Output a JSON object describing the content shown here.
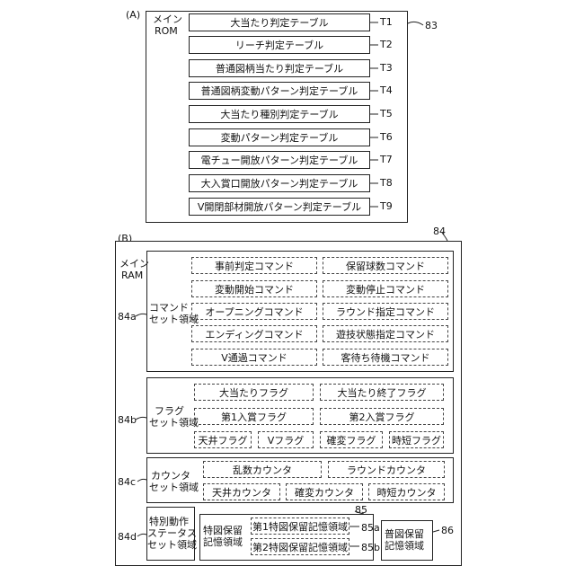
{
  "figA": {
    "label": "(A)",
    "rom_title_1": "メイン",
    "rom_title_2": "ROM",
    "ref": "83",
    "tables": [
      {
        "name": "大当たり判定テーブル",
        "tag": "T1"
      },
      {
        "name": "リーチ判定テーブル",
        "tag": "T2"
      },
      {
        "name": "普通図柄当たり判定テーブル",
        "tag": "T3"
      },
      {
        "name": "普通図柄変動パターン判定テーブル",
        "tag": "T4"
      },
      {
        "name": "大当たり種別判定テーブル",
        "tag": "T5"
      },
      {
        "name": "変動パターン判定テーブル",
        "tag": "T6"
      },
      {
        "name": "電チュー開放パターン判定テーブル",
        "tag": "T7"
      },
      {
        "name": "大入賞口開放パターン判定テーブル",
        "tag": "T8"
      },
      {
        "name": "V開閉部材開放パターン判定テーブル",
        "tag": "T9"
      }
    ]
  },
  "figB": {
    "label": "(B)",
    "ram_title_1": "メイン",
    "ram_title_2": "RAM",
    "ref": "84",
    "command": {
      "ref": "84a",
      "title_1": "コマンド",
      "title_2": "セット領域",
      "items": [
        "事前判定コマンド",
        "保留球数コマンド",
        "変動開始コマンド",
        "変動停止コマンド",
        "オープニングコマンド",
        "ラウンド指定コマンド",
        "エンディングコマンド",
        "遊技状態指定コマンド",
        "V通過コマンド",
        "客待ち待機コマンド"
      ]
    },
    "flag": {
      "ref": "84b",
      "title_1": "フラグ",
      "title_2": "セット領域",
      "row1": [
        "大当たりフラグ",
        "大当たり終了フラグ"
      ],
      "row2": [
        "第1入賞フラグ",
        "第2入賞フラグ"
      ],
      "row3": [
        "天井フラグ",
        "Vフラグ",
        "確変フラグ",
        "時短フラグ"
      ]
    },
    "counter": {
      "ref": "84c",
      "title_1": "カウンタ",
      "title_2": "セット領域",
      "row1": [
        "乱数カウンタ",
        "ラウンドカウンタ"
      ],
      "row2": [
        "天井カウンタ",
        "確変カウンタ",
        "時短カウンタ"
      ]
    },
    "status": {
      "ref": "84d",
      "title_1": "特別動作",
      "title_2": "ステータス",
      "title_3": "セット領域"
    },
    "tokuzu": {
      "ref": "85",
      "title_1": "特図保留",
      "title_2": "記憶領域",
      "items": [
        {
          "name": "第1特図保留記憶領域",
          "ref": "85a"
        },
        {
          "name": "第2特図保留記憶領域",
          "ref": "85b"
        }
      ]
    },
    "futsuzu": {
      "ref": "86",
      "title_1": "普図保留",
      "title_2": "記憶領域"
    }
  }
}
